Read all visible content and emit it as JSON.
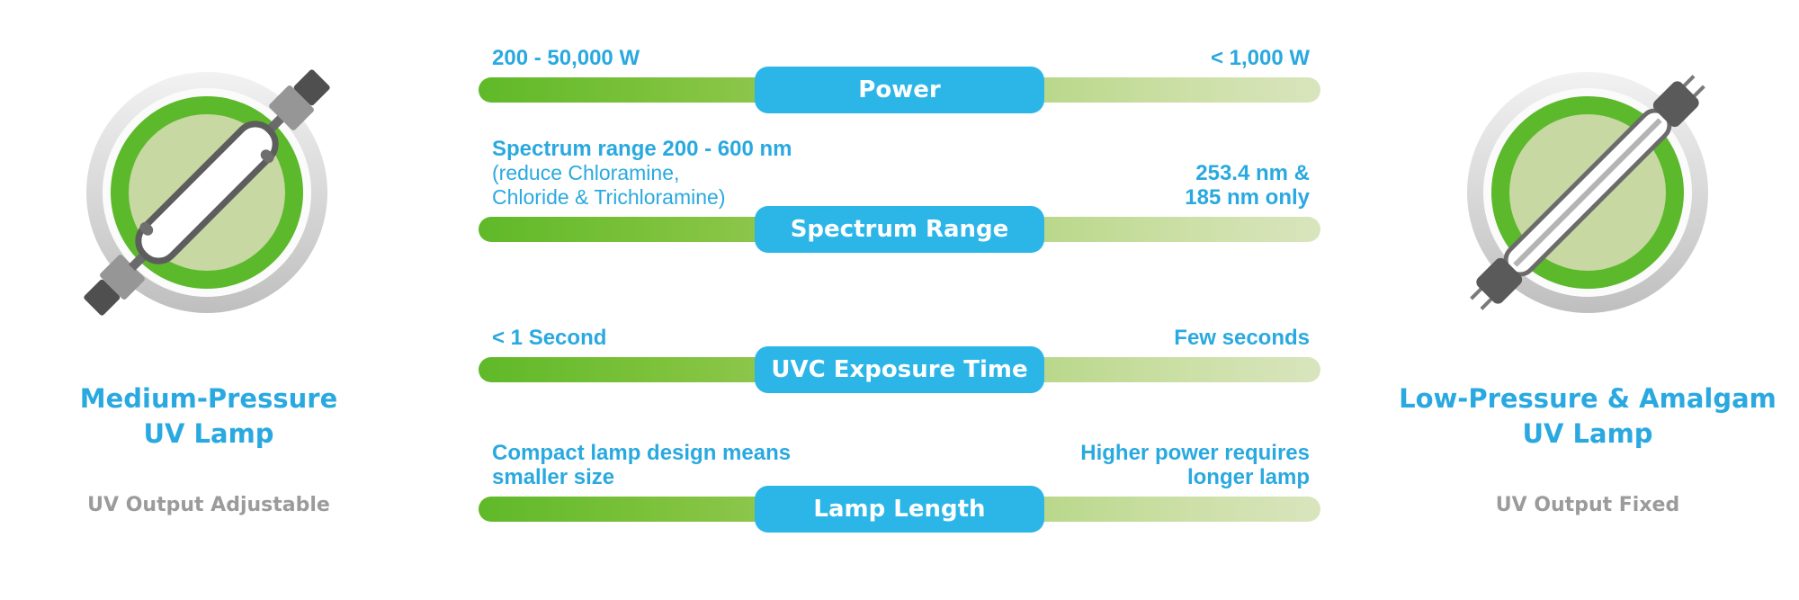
{
  "left_panel": {
    "title_lines": [
      "Medium-Pressure",
      "UV Lamp"
    ],
    "subtitle": "UV Output Adjustable",
    "icon": "medium-pressure-lamp-icon"
  },
  "right_panel": {
    "title_lines": [
      "Low-Pressure & Amalgam",
      "UV Lamp"
    ],
    "subtitle": "UV Output Fixed",
    "icon": "low-pressure-amalgam-lamp-icon"
  },
  "rows": [
    {
      "pill": "Power",
      "left_lines": [
        "200 - 50,000 W"
      ],
      "right_lines": [
        "< 1,000 W"
      ]
    },
    {
      "pill": "Spectrum Range",
      "left_lines": [
        "Spectrum range 200 - 600 nm",
        "(reduce Chloramine,",
        "Chloride & Trichloramine)"
      ],
      "right_lines": [
        "253.4 nm &",
        "185 nm only"
      ]
    },
    {
      "pill": "UVC Exposure Time",
      "left_lines": [
        "< 1 Second"
      ],
      "right_lines": [
        "Few seconds"
      ]
    },
    {
      "pill": "Lamp Length",
      "left_lines": [
        "Compact lamp design means",
        "smaller size"
      ],
      "right_lines": [
        "Higher power requires",
        "longer lamp"
      ]
    }
  ],
  "colors": {
    "annotation_blue": "#2aa9e0",
    "pill_blue": "#2cb6e8",
    "bar_gradient_start": "#5fb928",
    "bar_gradient_end": "#d9e4bd",
    "icon_green_ring": "#5bb92b",
    "icon_inner_green": "#c7d8a2",
    "subtitle_gray": "#9b9b9b"
  }
}
